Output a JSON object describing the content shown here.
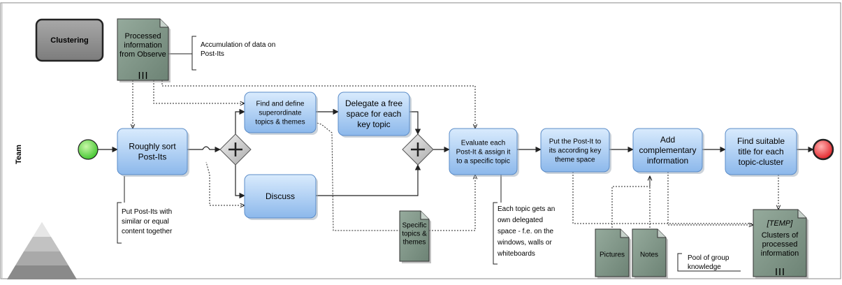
{
  "lane": {
    "label": "Team"
  },
  "clustering_button": {
    "label": "Clustering"
  },
  "start_event": {
    "color": "#3cc42a"
  },
  "end_event": {
    "color": "#e8242a"
  },
  "tasks": {
    "roughly_sort": [
      "Roughly sort",
      "Post-Its"
    ],
    "find_define": [
      "Find and define",
      "superordinate",
      "topics & themes"
    ],
    "delegate": [
      "Delegate a free",
      "space for each",
      "key topic"
    ],
    "discuss": [
      "Discuss"
    ],
    "evaluate": [
      "Evaluate each",
      "Post-It & assign it",
      "to a specific topic"
    ],
    "put_postit": [
      "Put the Post-It to",
      "its according key",
      "theme space"
    ],
    "add_info": [
      "Add",
      "complementary",
      "information"
    ],
    "find_title": [
      "Find suitable",
      "title for each",
      "topic-cluster"
    ]
  },
  "documents": {
    "processed_info": [
      "Processed",
      "information",
      "from Observe"
    ],
    "specific_topics": [
      "Specific",
      "topics &",
      "themes"
    ],
    "pictures": [
      "Pictures"
    ],
    "notes": [
      "Notes"
    ],
    "temp_clusters": {
      "tag": "[TEMP]",
      "lines": [
        "Clusters of",
        "processed",
        "information"
      ]
    }
  },
  "annotations": {
    "accumulation": [
      "Accumulation of data on",
      "Post-Its"
    ],
    "put_together": [
      "Put Post-Its with",
      "similar or equal",
      "content together"
    ],
    "each_topic": [
      "Each topic gets an",
      "own delegated",
      "space - f.e. on the",
      "windows, walls or",
      "whiteboards"
    ],
    "pool": [
      "Pool of group",
      "knowledge"
    ]
  },
  "colors": {
    "task_fill_top": "#cfe4fb",
    "task_fill_bottom": "#8fbbec",
    "task_stroke": "#5b8cc8",
    "doc_fill": "#7f9688",
    "gateway_fill": "#d6d6d6"
  }
}
